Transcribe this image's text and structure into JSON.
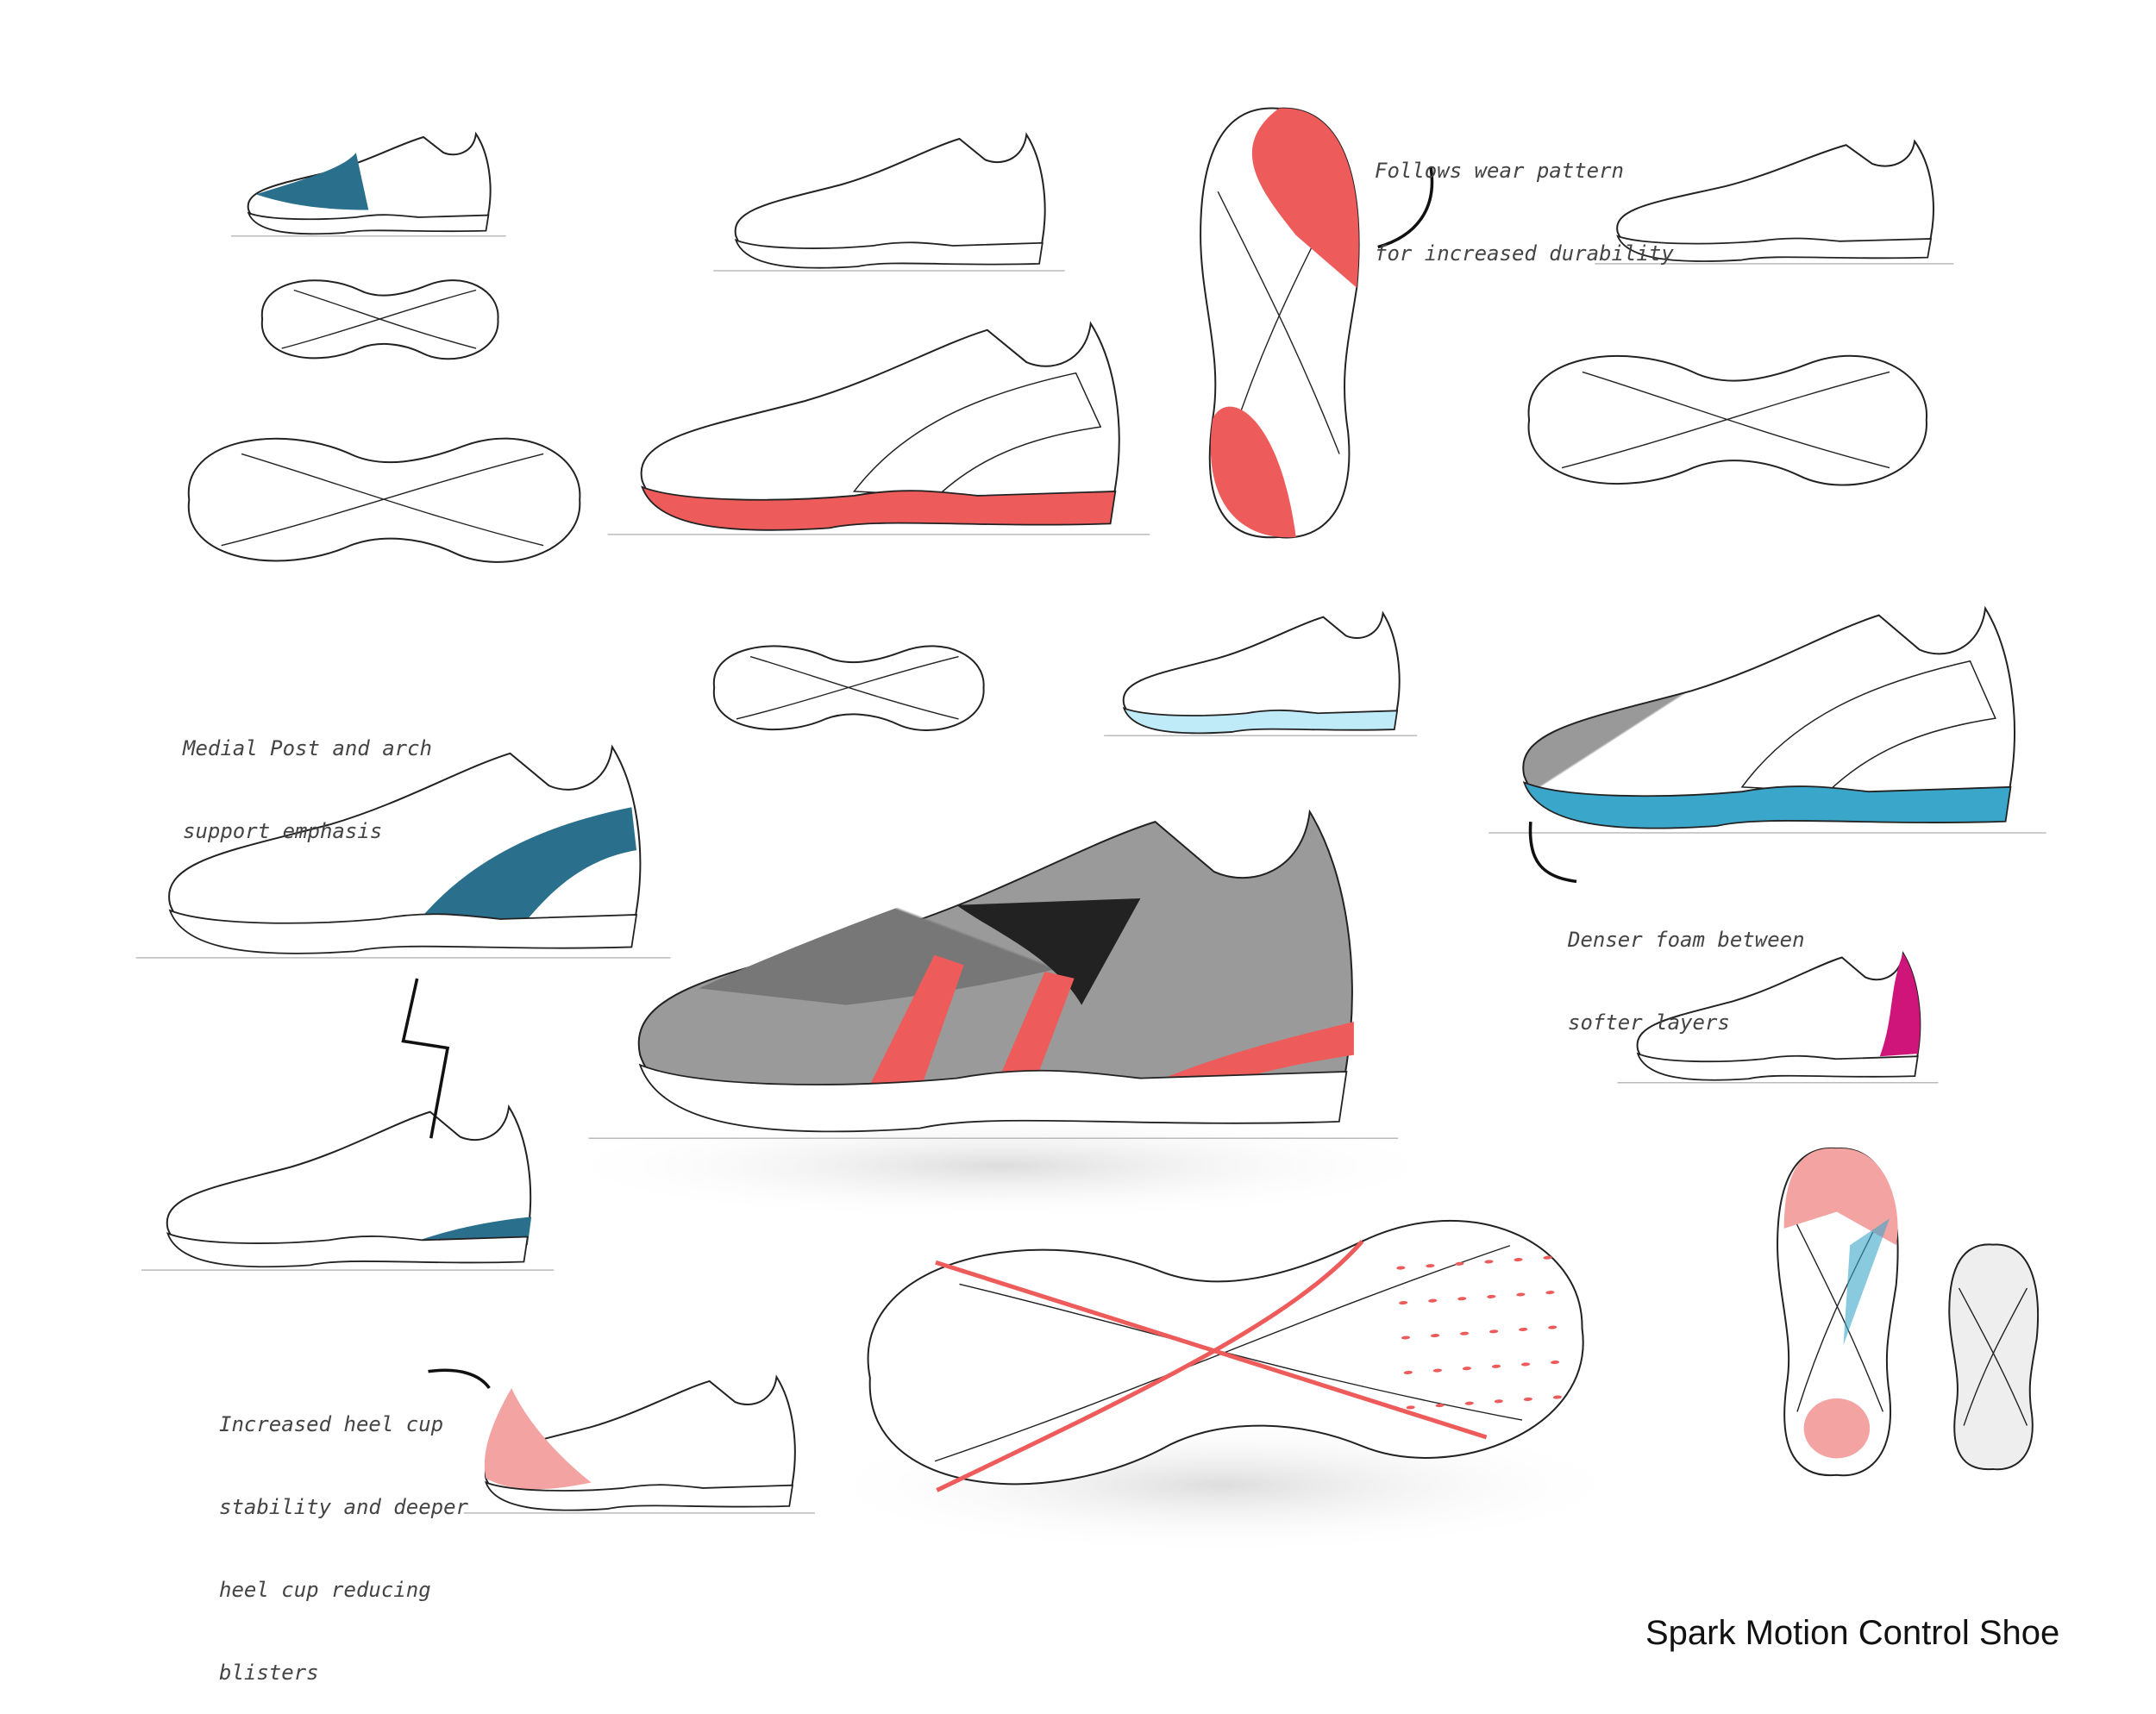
{
  "title": "Spark Motion Control Shoe",
  "annotations": {
    "wear": [
      "Follows wear pattern",
      "for increased durability"
    ],
    "medial": [
      "Medial Post and arch",
      "support emphasis"
    ],
    "foam": [
      "Denser foam between",
      "softer layers"
    ],
    "heel": [
      "Increased heel cup",
      "stability and deeper",
      "heel cup reducing",
      "blisters"
    ]
  },
  "colors": {
    "ink": "#222222",
    "teal": "#2a6f8c",
    "red": "#ee5b5b",
    "pink": "#f4a3a3",
    "light_blue": "#bfeaf7",
    "gray": "#8a8a8a",
    "magenta": "#d0157a",
    "sky": "#3aa6c9"
  },
  "sketches": {
    "side_views": [
      {
        "name": "side-view-teal-accent",
        "accent": "teal"
      },
      {
        "name": "side-view-plain-1",
        "accent": ""
      },
      {
        "name": "side-view-plain-2",
        "accent": ""
      },
      {
        "name": "side-view-red-sole",
        "accent": "red"
      },
      {
        "name": "side-view-light-blue-sole",
        "accent": "light_blue"
      },
      {
        "name": "side-view-hatched-teal-sole",
        "accent": "sky"
      },
      {
        "name": "side-view-teal-heel-medial",
        "accent": "teal"
      },
      {
        "name": "side-view-main-gray",
        "accent": "red"
      },
      {
        "name": "side-view-magenta-heel",
        "accent": "magenta"
      },
      {
        "name": "side-view-teal-heel",
        "accent": "teal"
      },
      {
        "name": "side-view-pink-heel-cup",
        "accent": "pink"
      }
    ],
    "soles": [
      {
        "name": "sole-small-1",
        "accent": ""
      },
      {
        "name": "sole-medium-1",
        "accent": ""
      },
      {
        "name": "sole-small-2",
        "accent": ""
      },
      {
        "name": "sole-medium-2",
        "accent": ""
      },
      {
        "name": "sole-large-red-stripes",
        "accent": "red"
      },
      {
        "name": "sole-vertical-red",
        "accent": "red"
      },
      {
        "name": "sole-vertical-pink-teal",
        "accent": "pink"
      },
      {
        "name": "sole-vertical-gray",
        "accent": "gray"
      }
    ]
  }
}
